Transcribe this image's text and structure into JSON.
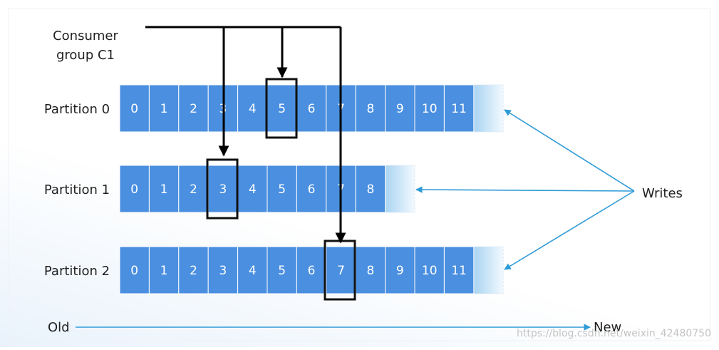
{
  "consumer_group": {
    "line1": "Consumer",
    "line2": "group C1"
  },
  "partitions": [
    {
      "label": "Partition 0",
      "offsets": [
        "0",
        "1",
        "2",
        "3",
        "4",
        "5",
        "6",
        "7",
        "8",
        "9",
        "10",
        "11"
      ],
      "highlight": 5
    },
    {
      "label": "Partition 1",
      "offsets": [
        "0",
        "1",
        "2",
        "3",
        "4",
        "5",
        "6",
        "7",
        "8"
      ],
      "highlight": 3
    },
    {
      "label": "Partition 2",
      "offsets": [
        "0",
        "1",
        "2",
        "3",
        "4",
        "5",
        "6",
        "7",
        "8",
        "9",
        "10",
        "11"
      ],
      "highlight": 7
    }
  ],
  "writes_label": "Writes",
  "timeline": {
    "old": "Old",
    "new": "New"
  },
  "watermark": "https://blog.csdn.net/weixin_42480750",
  "colors": {
    "cell": "#4a8fe0",
    "arrow": "#2e9bd6",
    "line": "#000000",
    "text": "#1f1f1f"
  }
}
